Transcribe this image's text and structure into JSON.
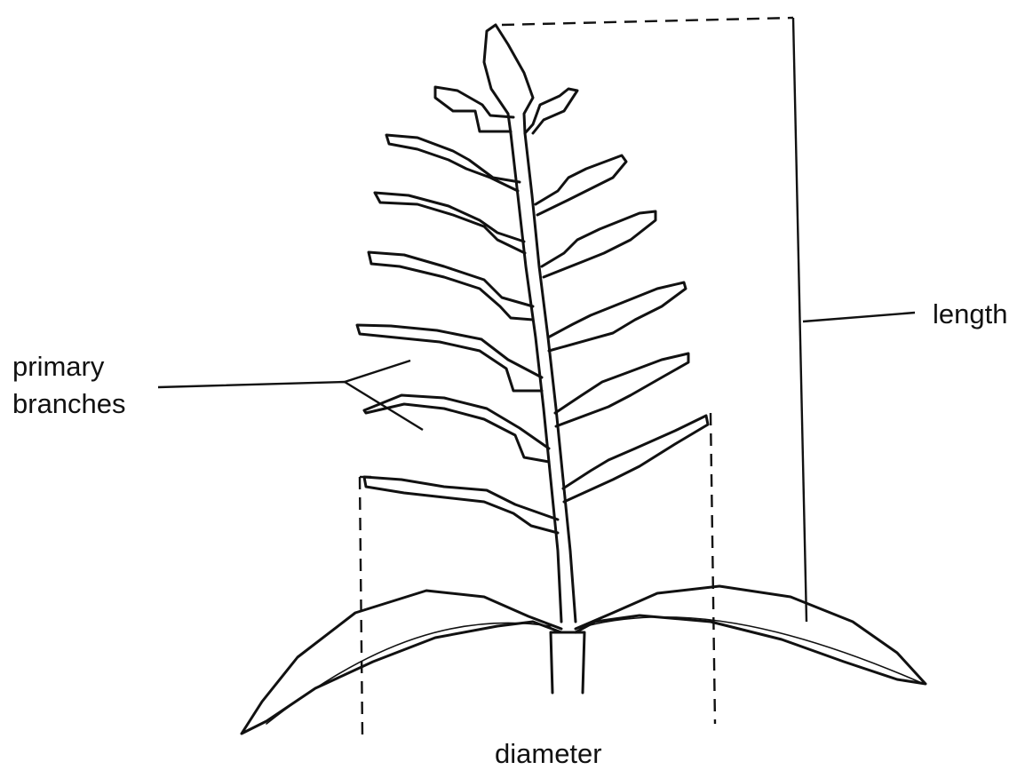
{
  "labels": {
    "length": "length",
    "primary_branches": [
      "primary",
      "branches"
    ],
    "diameter": "diameter"
  },
  "colors": {
    "ink": "#111111",
    "background": "#ffffff"
  }
}
